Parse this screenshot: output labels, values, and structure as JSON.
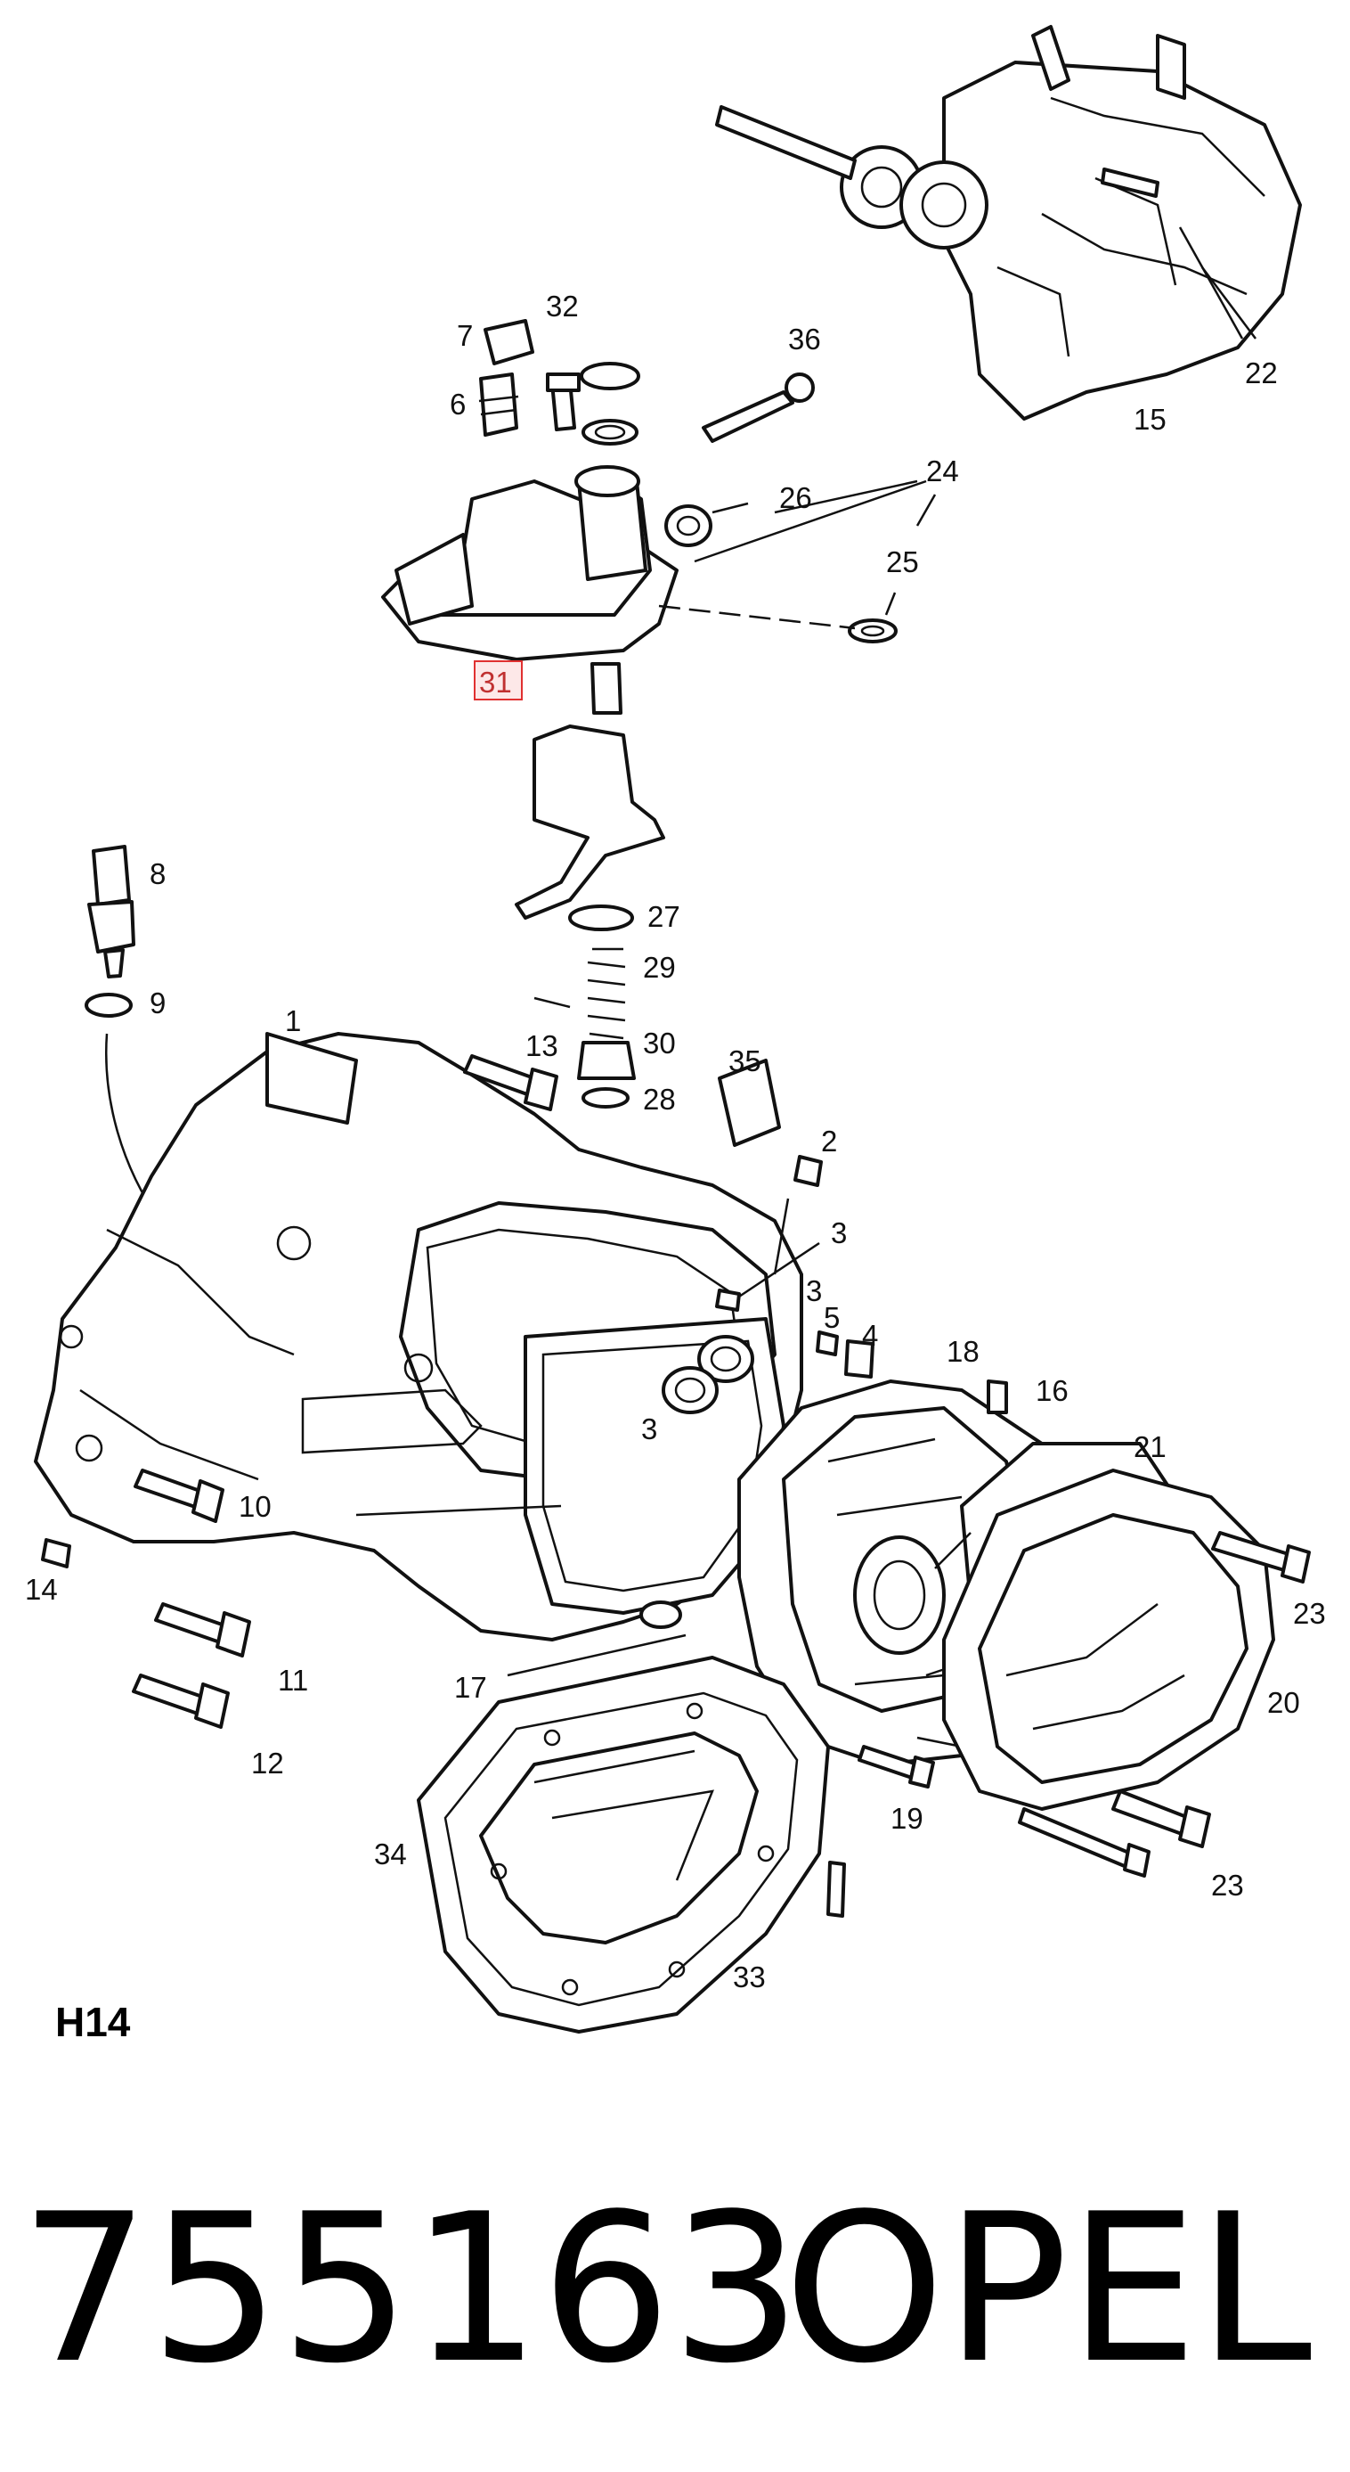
{
  "diagram": {
    "code": "H14",
    "part_number": "755163",
    "brand": "OPEL",
    "highlighted_label": "31",
    "highlight_color": "#e03030",
    "callouts": [
      "1",
      "2",
      "3",
      "3",
      "3",
      "4",
      "5",
      "6",
      "7",
      "8",
      "9",
      "10",
      "11",
      "12",
      "13",
      "14",
      "15",
      "16",
      "17",
      "18",
      "19",
      "20",
      "21",
      "22",
      "23",
      "23",
      "24",
      "25",
      "26",
      "27",
      "28",
      "29",
      "30",
      "32",
      "33",
      "34",
      "35",
      "36"
    ]
  }
}
